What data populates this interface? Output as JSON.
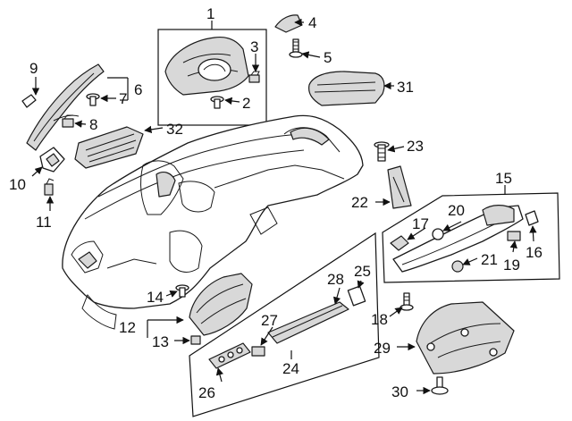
{
  "callouts": {
    "c1": "1",
    "c2": "2",
    "c3": "3",
    "c4": "4",
    "c5": "5",
    "c6": "6",
    "c7": "7",
    "c8": "8",
    "c9": "9",
    "c10": "10",
    "c11": "11",
    "c12": "12",
    "c13": "13",
    "c14": "14",
    "c15": "15",
    "c16": "16",
    "c17": "17",
    "c18": "18",
    "c19": "19",
    "c20": "20",
    "c21": "21",
    "c22": "22",
    "c23": "23",
    "c24": "24",
    "c25": "25",
    "c26": "26",
    "c27": "27",
    "c28": "28",
    "c29": "29",
    "c30": "30",
    "c31": "31",
    "c32": "32"
  },
  "colors": {
    "line": "#111111",
    "shade": "#d8d8d8",
    "background": "#ffffff"
  }
}
